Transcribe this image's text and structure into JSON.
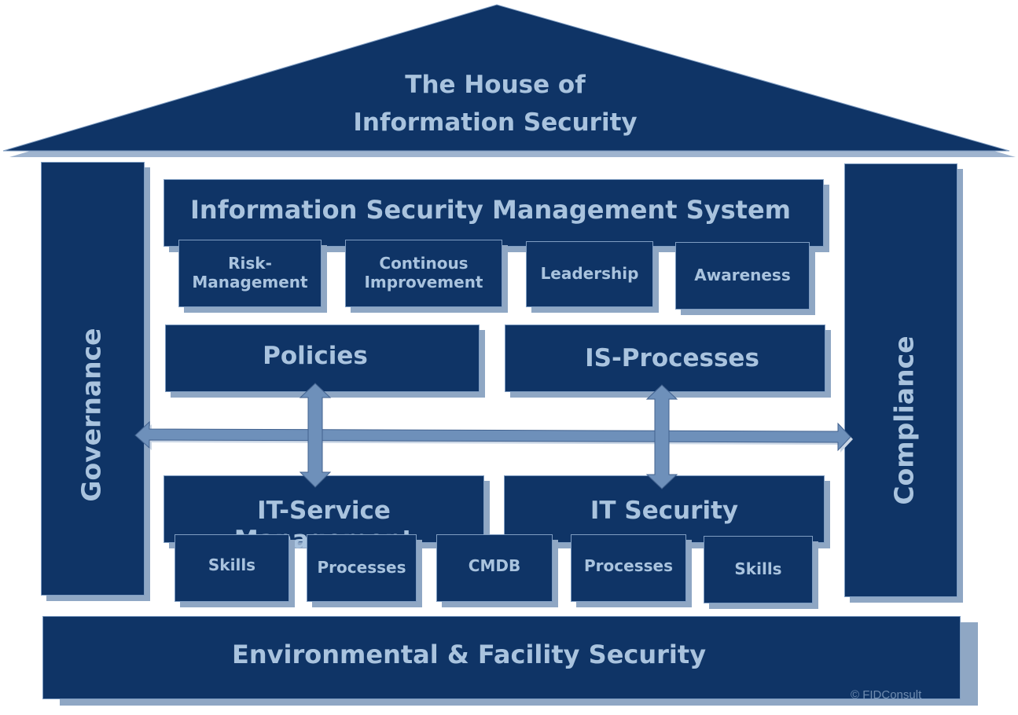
{
  "roof": {
    "title_line1": "The House of",
    "title_line2": "Information Security"
  },
  "pillars": {
    "left": "Governance",
    "right": "Compliance"
  },
  "isms": {
    "title": "Information Security Management System",
    "items": [
      "Risk-\nManagement",
      "Continous\nImprovement",
      "Leadership",
      "Awareness"
    ]
  },
  "middle": {
    "policies": "Policies",
    "is_processes": "IS-Processes"
  },
  "bottom": {
    "itsm": "IT-Service Management",
    "it_security": "IT Security",
    "items": [
      "Skills",
      "Processes",
      "CMDB",
      "Processes",
      "Skills"
    ]
  },
  "foundation": "Environmental & Facility Security",
  "copyright": "© FIDConsult",
  "colors": {
    "box_fill": "#0f3466",
    "text": "#a9c3de",
    "shadow": "#8fa7c4",
    "arrow_fill": "#6e90ba"
  }
}
